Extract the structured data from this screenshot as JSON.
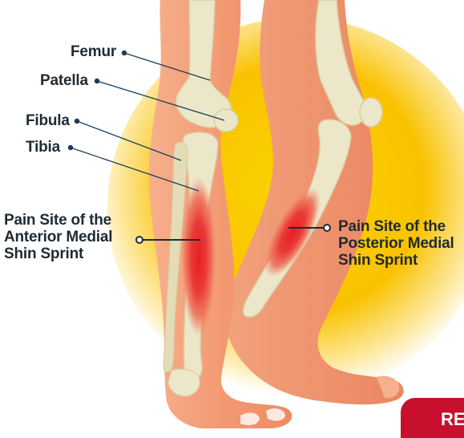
{
  "labels": {
    "femur": "Femur",
    "patella": "Patella",
    "fibula": "Fibula",
    "tibia": "Tibia",
    "anterior": [
      "Pain Site of the",
      "Anterior Medial",
      "Shin Sprint"
    ],
    "posterior": [
      "Pain Site of the",
      "Posterior Medial",
      "Shin Sprint"
    ]
  },
  "badge": {
    "text": "RE"
  },
  "colors": {
    "background_circle": "#f7b500",
    "skin": "#f3a07a",
    "bone": "#ece7c9",
    "pain": "#e8262c",
    "text": "#1f2a33",
    "leader": "#1b3d5a"
  }
}
